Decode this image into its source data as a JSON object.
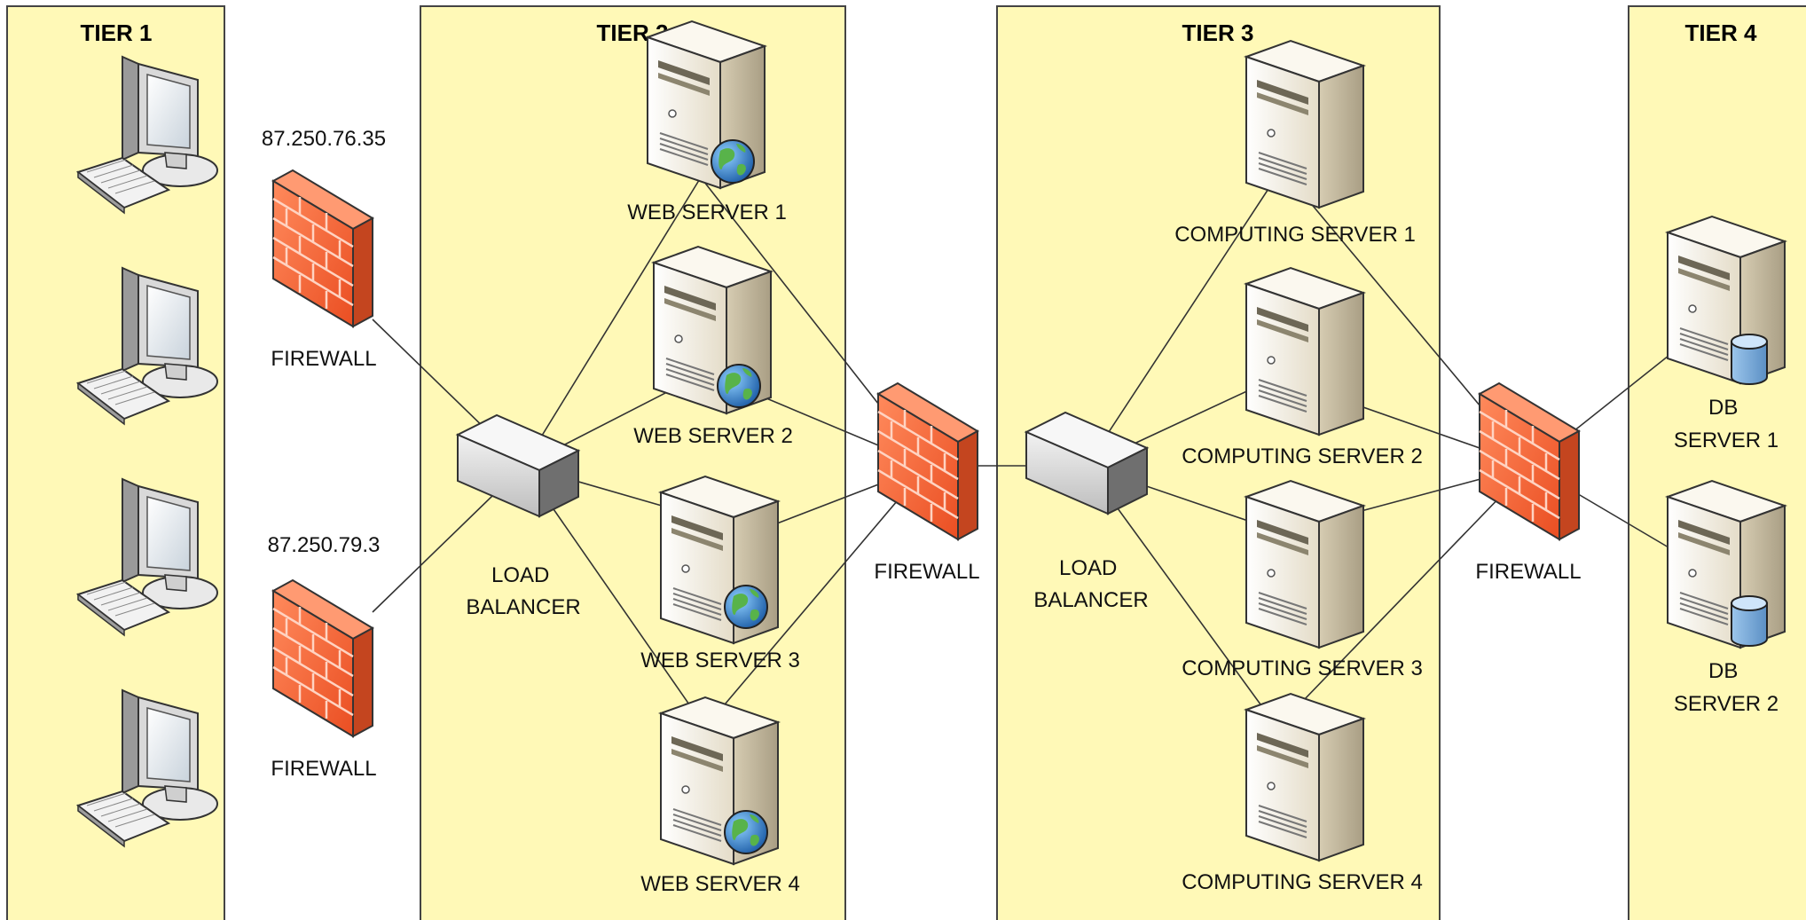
{
  "tiers": [
    {
      "id": "tier1",
      "title": "TIER 1"
    },
    {
      "id": "tier2",
      "title": "TIER 2"
    },
    {
      "id": "tier3",
      "title": "TIER 3"
    },
    {
      "id": "tier4",
      "title": "TIER 4"
    }
  ],
  "ips": {
    "fw1": "87.250.76.35",
    "fw2": "87.250.79.3"
  },
  "labels": {
    "fw1": "FIREWALL",
    "fw2": "FIREWALL",
    "lb1": [
      "LOAD",
      "BALANCER"
    ],
    "ws1": "WEB SERVER 1",
    "ws2": "WEB SERVER 2",
    "ws3": "WEB SERVER 3",
    "ws4": "WEB SERVER 4",
    "fw3": "FIREWALL",
    "lb2": [
      "LOAD",
      "BALANCER"
    ],
    "cs1": "COMPUTING SERVER 1",
    "cs2": "COMPUTING SERVER 2",
    "cs3": "COMPUTING SERVER 3",
    "cs4": "COMPUTING SERVER 4",
    "fw4": "FIREWALL",
    "db1": [
      "DB",
      "SERVER 1"
    ],
    "db2": [
      "DB",
      "SERVER 2"
    ]
  },
  "icons": {
    "client": "desktop-computer-icon",
    "firewall": "firewall-brick-icon",
    "load_balancer": "load-balancer-icon",
    "web_server": "web-server-globe-icon",
    "computing_server": "server-tower-icon",
    "db_server": "database-server-icon"
  },
  "colors": {
    "tier_fill": "#fff9b7",
    "tier_stroke": "#444444",
    "line": "#333333",
    "firewall_front": "#f0623a",
    "firewall_side": "#c94621",
    "server_body": "#f4efe2",
    "globe": "#3a86c9",
    "db_cylinder": "#7fb2e0"
  },
  "connections": [
    [
      "fw1",
      "lb1"
    ],
    [
      "fw2",
      "lb1"
    ],
    [
      "lb1",
      "ws1"
    ],
    [
      "lb1",
      "ws2"
    ],
    [
      "lb1",
      "ws3"
    ],
    [
      "lb1",
      "ws4"
    ],
    [
      "ws1",
      "fw3"
    ],
    [
      "ws2",
      "fw3"
    ],
    [
      "ws3",
      "fw3"
    ],
    [
      "ws4",
      "fw3"
    ],
    [
      "fw3",
      "lb2"
    ],
    [
      "lb2",
      "cs1"
    ],
    [
      "lb2",
      "cs2"
    ],
    [
      "lb2",
      "cs3"
    ],
    [
      "lb2",
      "cs4"
    ],
    [
      "cs1",
      "fw4"
    ],
    [
      "cs2",
      "fw4"
    ],
    [
      "cs3",
      "fw4"
    ],
    [
      "cs4",
      "fw4"
    ],
    [
      "fw4",
      "db1"
    ],
    [
      "fw4",
      "db2"
    ]
  ]
}
